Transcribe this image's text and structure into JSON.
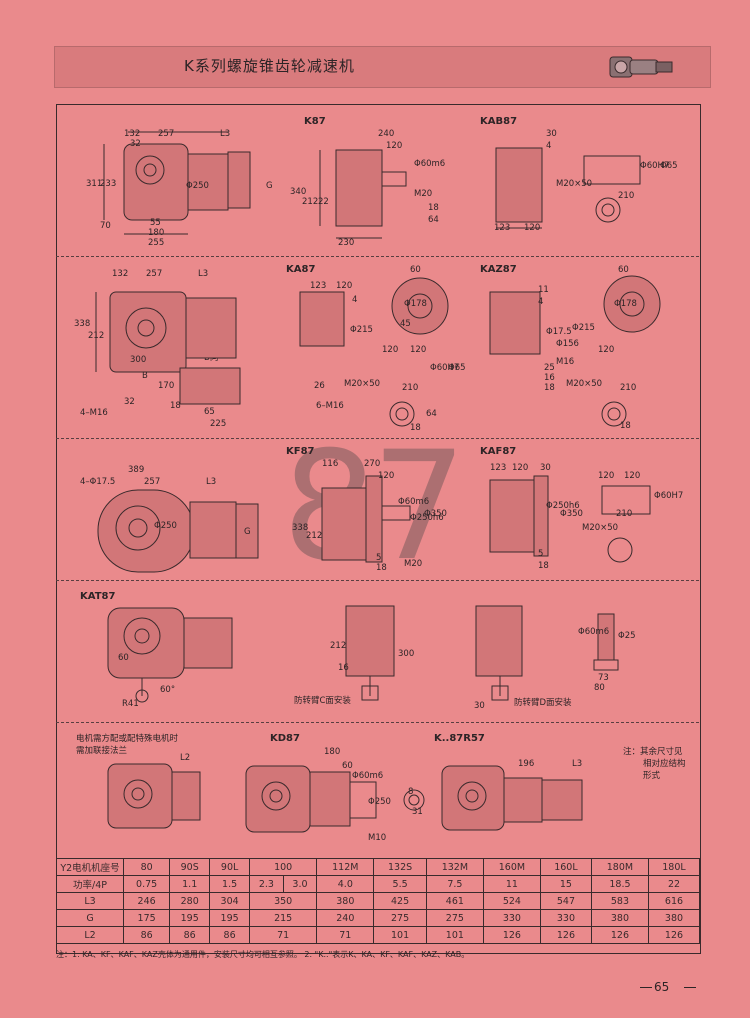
{
  "header": {
    "title": "K系列螺旋锥齿轮减速机"
  },
  "watermark": "87",
  "sections": {
    "k87": "K87",
    "kab87": "KAB87",
    "ka87": "KA87",
    "kaz87": "KAZ87",
    "kf87": "KF87",
    "kaf87": "KAF87",
    "kat87": "KAT87",
    "kd87": "KD87",
    "k87r57": "K..87R57"
  },
  "notes": {
    "flange_line1": "电机需方配或配特殊电机时",
    "flange_line2": "需加联接法兰",
    "side_line1": "注：其余尺寸见",
    "side_line2": "相对应结构",
    "side_line3": "形式",
    "b_view": "B向",
    "torque_c": "防转臂C面安装",
    "torque_d": "防转臂D面安装"
  },
  "dims": {
    "d132": "132",
    "d257": "257",
    "dL3": "L3",
    "d32": "32",
    "d311": "311",
    "d233": "233",
    "d70": "70",
    "d55": "55",
    "d180": "180",
    "d255": "255",
    "dphi250": "Φ250",
    "dG": "G",
    "d240": "240",
    "d120": "120",
    "d340": "340",
    "d212": "212",
    "d22": "22",
    "d230": "230",
    "dphi60": "Φ60m6",
    "dM20": "M20",
    "d18": "18",
    "d64": "64",
    "d30": "30",
    "d4": "4",
    "d123": "123",
    "d120b": "120",
    "dM20x50": "M20×50",
    "d210": "210",
    "dphi60h7": "Φ60H7",
    "d65": "Φ65",
    "d338": "338",
    "d300": "300",
    "d170": "170",
    "d65b": "65",
    "d225": "225",
    "dM16": "4–M16",
    "dB": "B",
    "d26": "26",
    "d6M16": "6–M16",
    "dphi215": "Φ215",
    "d60": "60",
    "d178": "Φ178",
    "d45": "45",
    "d11": "11",
    "d175": "Φ17.5",
    "d156": "Φ156",
    "d25": "25",
    "d16": "16",
    "dM16b": "M16",
    "d389": "389",
    "d4phi": "4–Φ17.5",
    "d116": "116",
    "d270": "270",
    "dphi350": "Φ350",
    "dphi250h6": "Φ250h6",
    "d5": "5",
    "dR41": "R41",
    "d60deg": "60°",
    "d73": "73",
    "d80": "80",
    "dphi25": "Φ25",
    "d196": "196",
    "dL2": "L2",
    "dM10": "M10",
    "d8": "8",
    "d31": "31"
  },
  "table": {
    "row_motor": {
      "label": "Y2电机机座号",
      "cells": [
        "80",
        "90S",
        "90L",
        "100",
        "112M",
        "132S",
        "132M",
        "160M",
        "160L",
        "180M",
        "180L"
      ]
    },
    "row_power": {
      "label": "功率/4P",
      "cells": [
        "0.75",
        "1.1",
        "1.5",
        "2.3",
        "3.0",
        "4.0",
        "5.5",
        "7.5",
        "11",
        "15",
        "18.5",
        "22"
      ]
    },
    "row_l3": {
      "label": "L3",
      "cells": [
        "246",
        "280",
        "304",
        "350",
        "380",
        "425",
        "461",
        "524",
        "547",
        "583",
        "616"
      ]
    },
    "row_g": {
      "label": "G",
      "cells": [
        "175",
        "195",
        "195",
        "215",
        "240",
        "275",
        "275",
        "330",
        "330",
        "380",
        "380"
      ]
    },
    "row_l2": {
      "label": "L2",
      "cells": [
        "86",
        "86",
        "86",
        "71",
        "71",
        "101",
        "101",
        "126",
        "126",
        "126",
        "126"
      ]
    }
  },
  "footnote": "注：1. KA、KF、KAF、KAZ壳体为通用件，安装尺寸均可相互参照。   2. \"K..\"表示K、KA、KF、KAF、KAZ、KAB。",
  "page_number": "65"
}
